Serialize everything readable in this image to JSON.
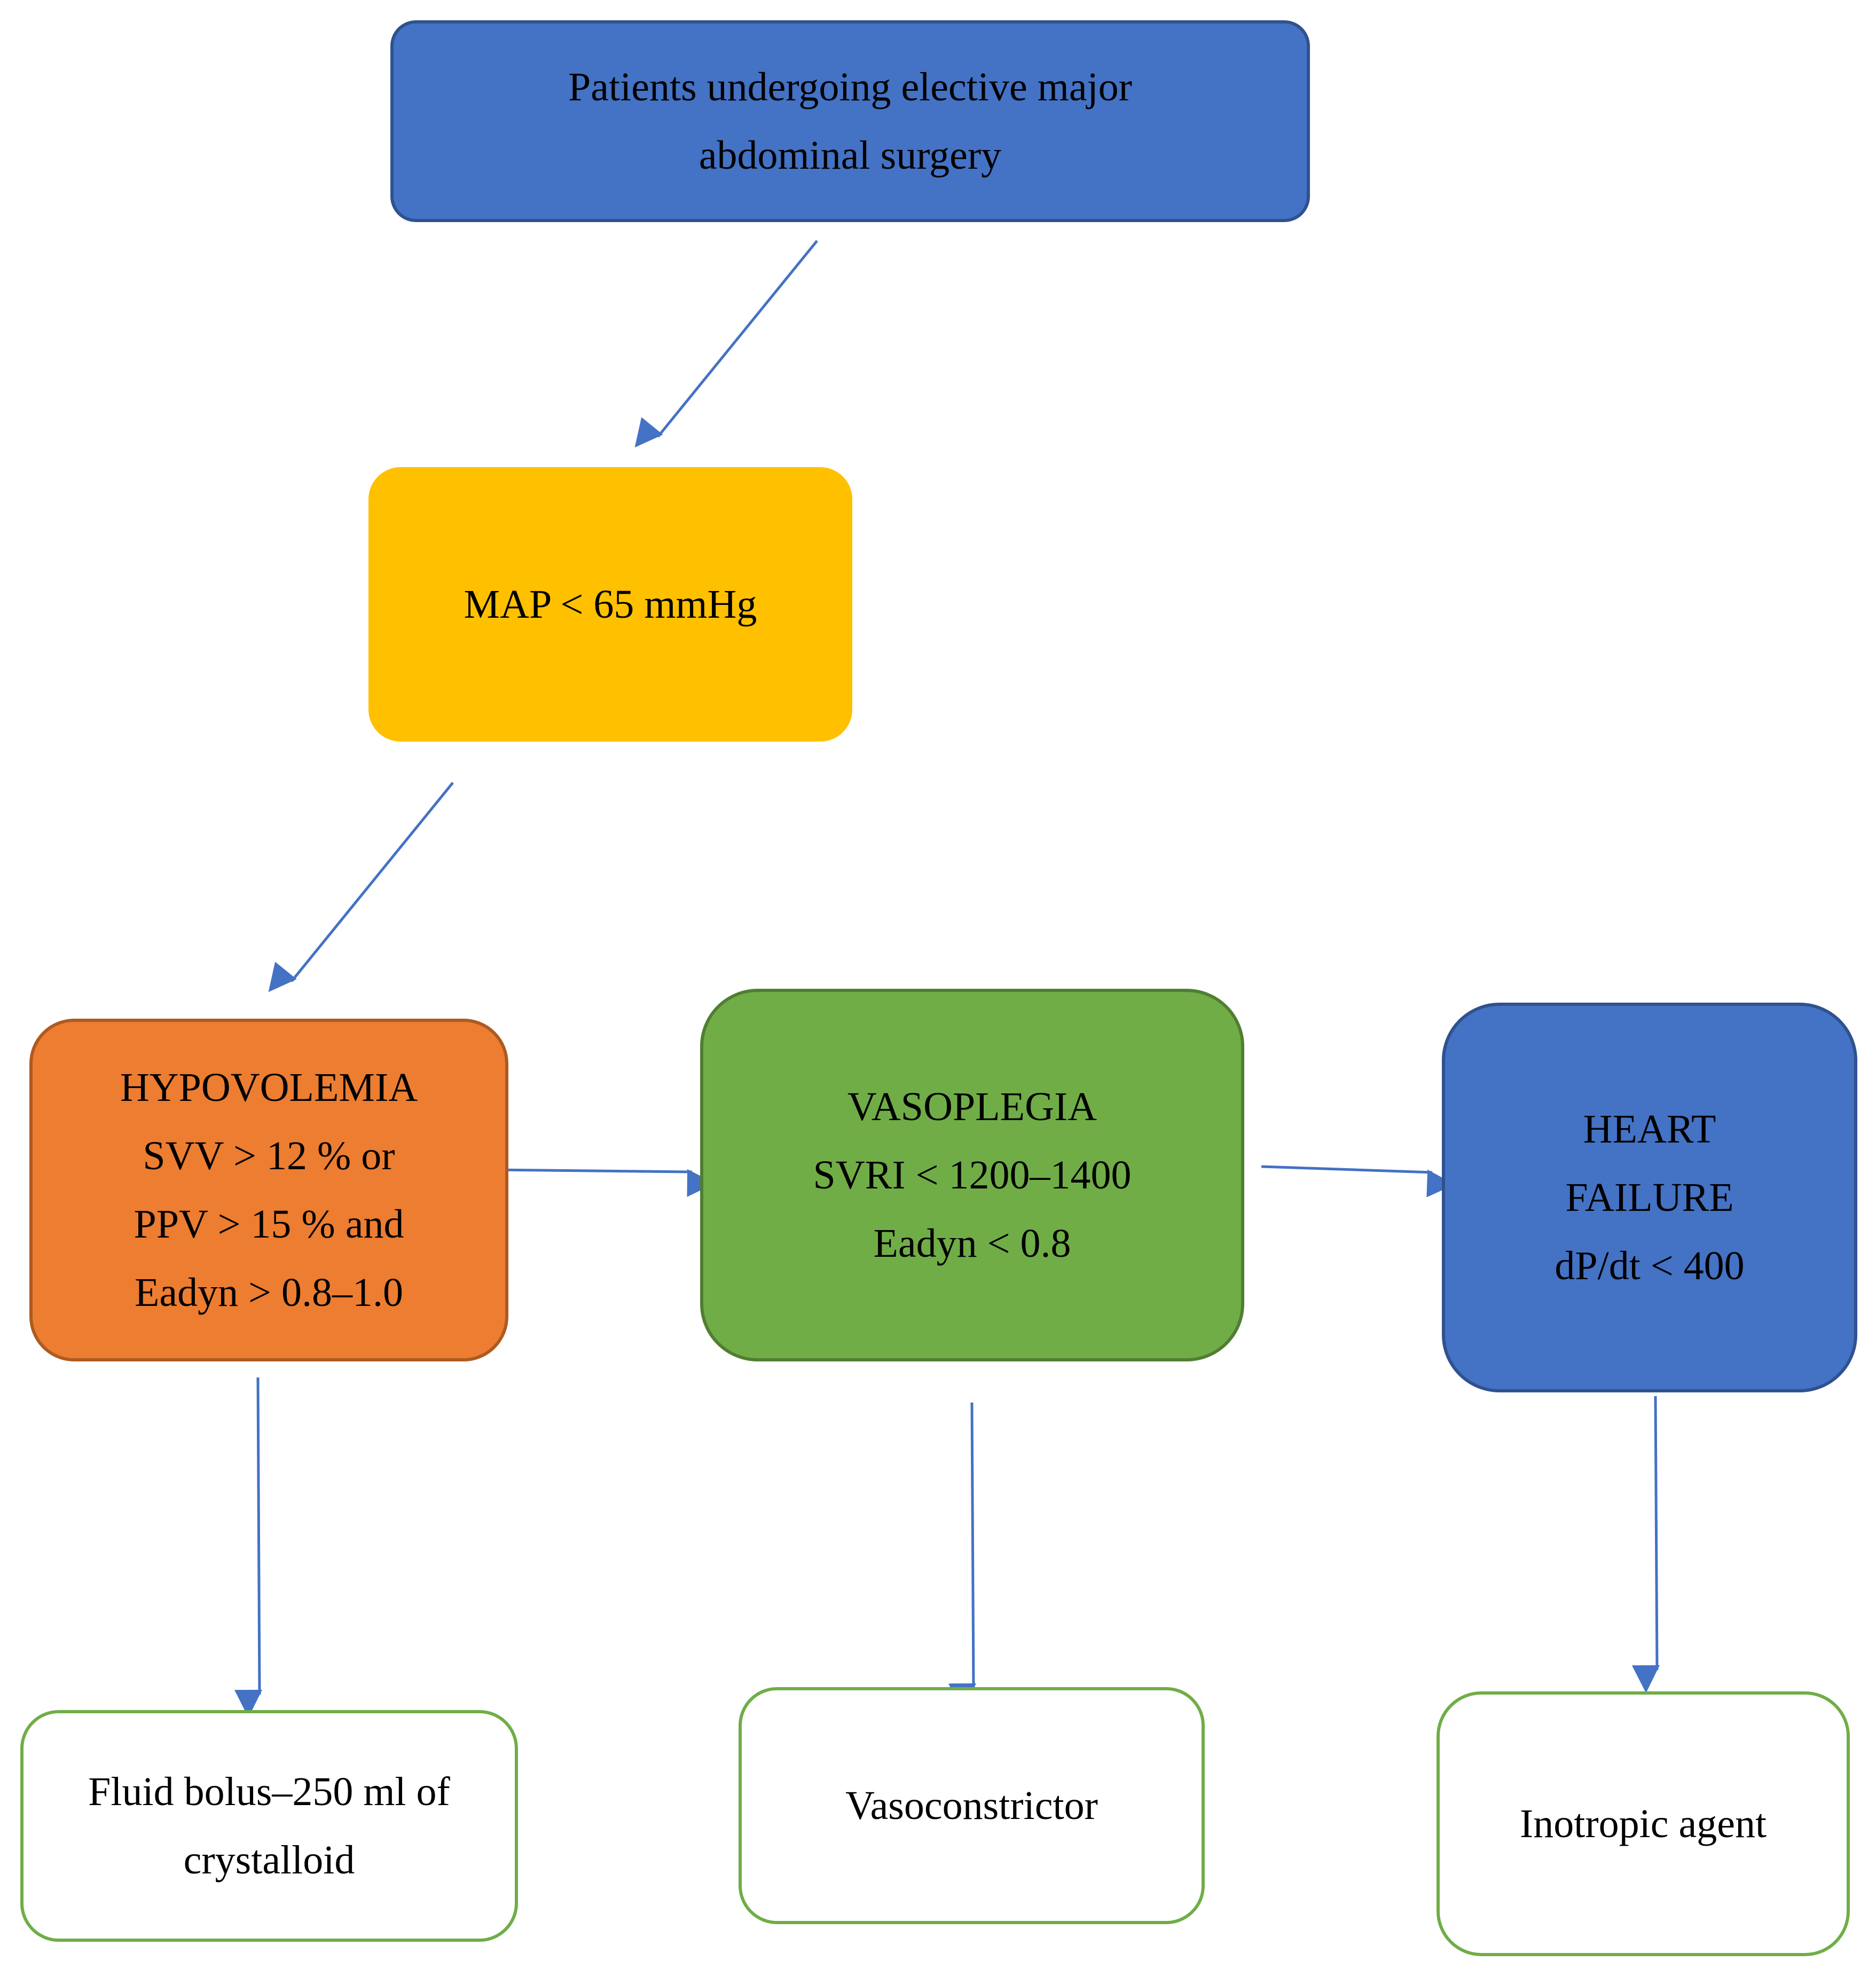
{
  "colors": {
    "arrow": "#4472C4",
    "start_fill": "#4472C4",
    "start_stroke": "#2F528F",
    "map_fill": "#FFC000",
    "hypovolemia_fill": "#ED7D31",
    "hypovolemia_stroke": "#AE5A21",
    "vasoplegia_fill": "#70AD47",
    "vasoplegia_stroke": "#507E32",
    "heart_fill": "#4472C4",
    "heart_stroke": "#2F528F",
    "treatment_fill": "#FFFFFF",
    "treatment_stroke": "#70AD47"
  },
  "nodes": {
    "start": {
      "lines": [
        "Patients undergoing elective major",
        "abdominal surgery"
      ]
    },
    "map": {
      "lines": [
        "MAP < 65 mmHg"
      ]
    },
    "hypovolemia": {
      "lines": [
        "HYPOVOLEMIA",
        "SVV > 12 % or",
        "PPV > 15 % and",
        "Eadyn > 0.8–1.0"
      ]
    },
    "vasoplegia": {
      "lines": [
        "VASOPLEGIA",
        "SVRI < 1200–1400",
        "Eadyn < 0.8"
      ]
    },
    "heart_failure": {
      "lines": [
        "HEART",
        "FAILURE",
        "dP/dt < 400"
      ]
    },
    "fluid": {
      "lines": [
        "Fluid bolus–250 ml of",
        "crystalloid"
      ]
    },
    "vasoconstrictor": {
      "lines": [
        "Vasoconstrictor"
      ]
    },
    "inotropic": {
      "lines": [
        "Inotropic agent"
      ]
    }
  }
}
